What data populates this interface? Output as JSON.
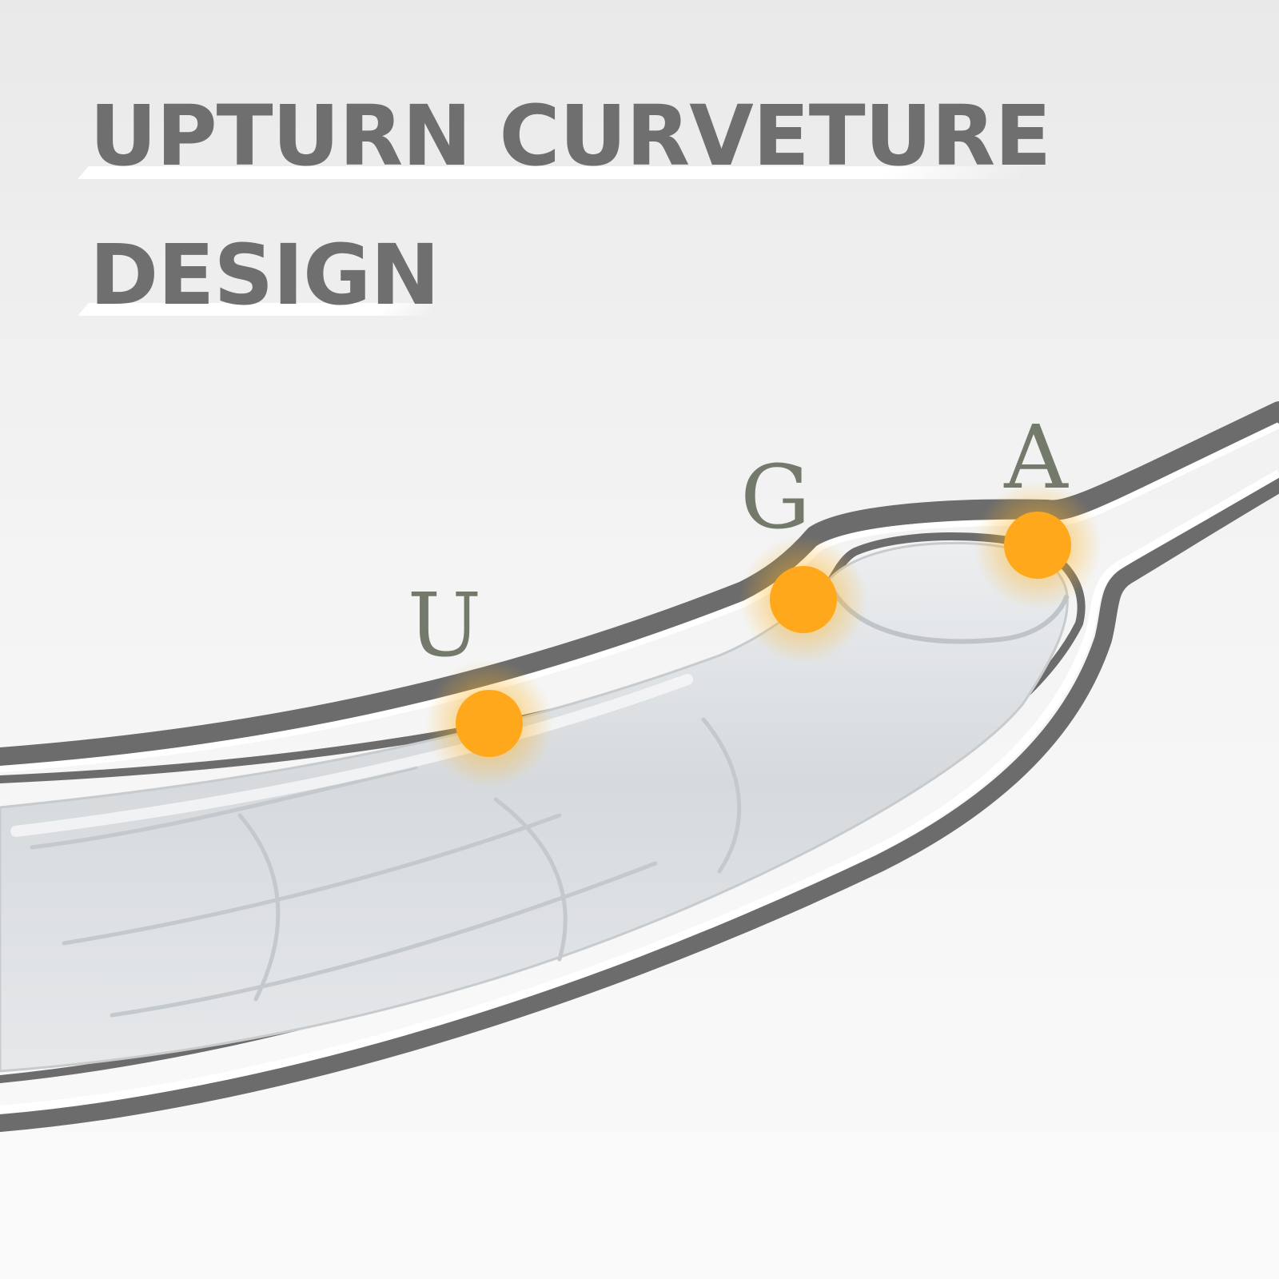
{
  "headline": {
    "line1": "UPTURN CURVETURE",
    "line2": "DESIGN"
  },
  "zones": [
    {
      "label": "U"
    },
    {
      "label": "G"
    },
    {
      "label": "A"
    }
  ],
  "colors": {
    "headline": "#6f6f6f",
    "outline": "#6c6c6c",
    "dot": "#ffa81c",
    "letter": "#747a6b",
    "product": "#d9dde0"
  }
}
